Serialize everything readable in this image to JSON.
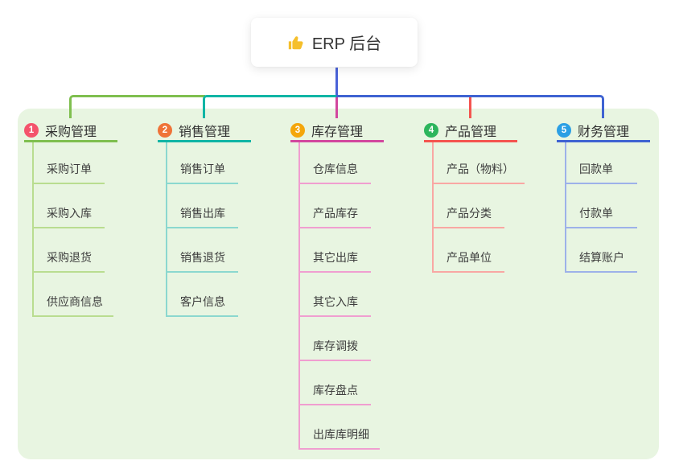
{
  "root": {
    "label": "ERP 后台",
    "icon": "thumbs-up",
    "icon_color": "#f5bf2b"
  },
  "panel": {
    "background_color": "#e8f5e1"
  },
  "trunk_color": "#4a62d8",
  "branches": [
    {
      "number": "1",
      "label": "采购管理",
      "badge_color": "#f4536c",
      "line_color": "#7fbf4f",
      "thin_line_color": "#b9dd90",
      "children": [
        "采购订单",
        "采购入库",
        "采购退货",
        "供应商信息"
      ]
    },
    {
      "number": "2",
      "label": "销售管理",
      "badge_color": "#ef7338",
      "line_color": "#10b5a5",
      "thin_line_color": "#8bd8cf",
      "children": [
        "销售订单",
        "销售出库",
        "销售退货",
        "客户信息"
      ]
    },
    {
      "number": "3",
      "label": "库存管理",
      "badge_color": "#f4a60b",
      "line_color": "#d2479e",
      "thin_line_color": "#f09ed0",
      "children": [
        "仓库信息",
        "产品库存",
        "其它出库",
        "其它入库",
        "库存调拨",
        "库存盘点",
        "出库库明细"
      ]
    },
    {
      "number": "4",
      "label": "产品管理",
      "badge_color": "#2cb55c",
      "line_color": "#f4544f",
      "thin_line_color": "#f9a7a3",
      "children": [
        "产品（物料）",
        "产品分类",
        "产品单位"
      ]
    },
    {
      "number": "5",
      "label": "财务管理",
      "badge_color": "#2b9fe4",
      "line_color": "#3f63d2",
      "thin_line_color": "#9db1e9",
      "children": [
        "回款单",
        "付款单",
        "结算账户"
      ]
    }
  ]
}
